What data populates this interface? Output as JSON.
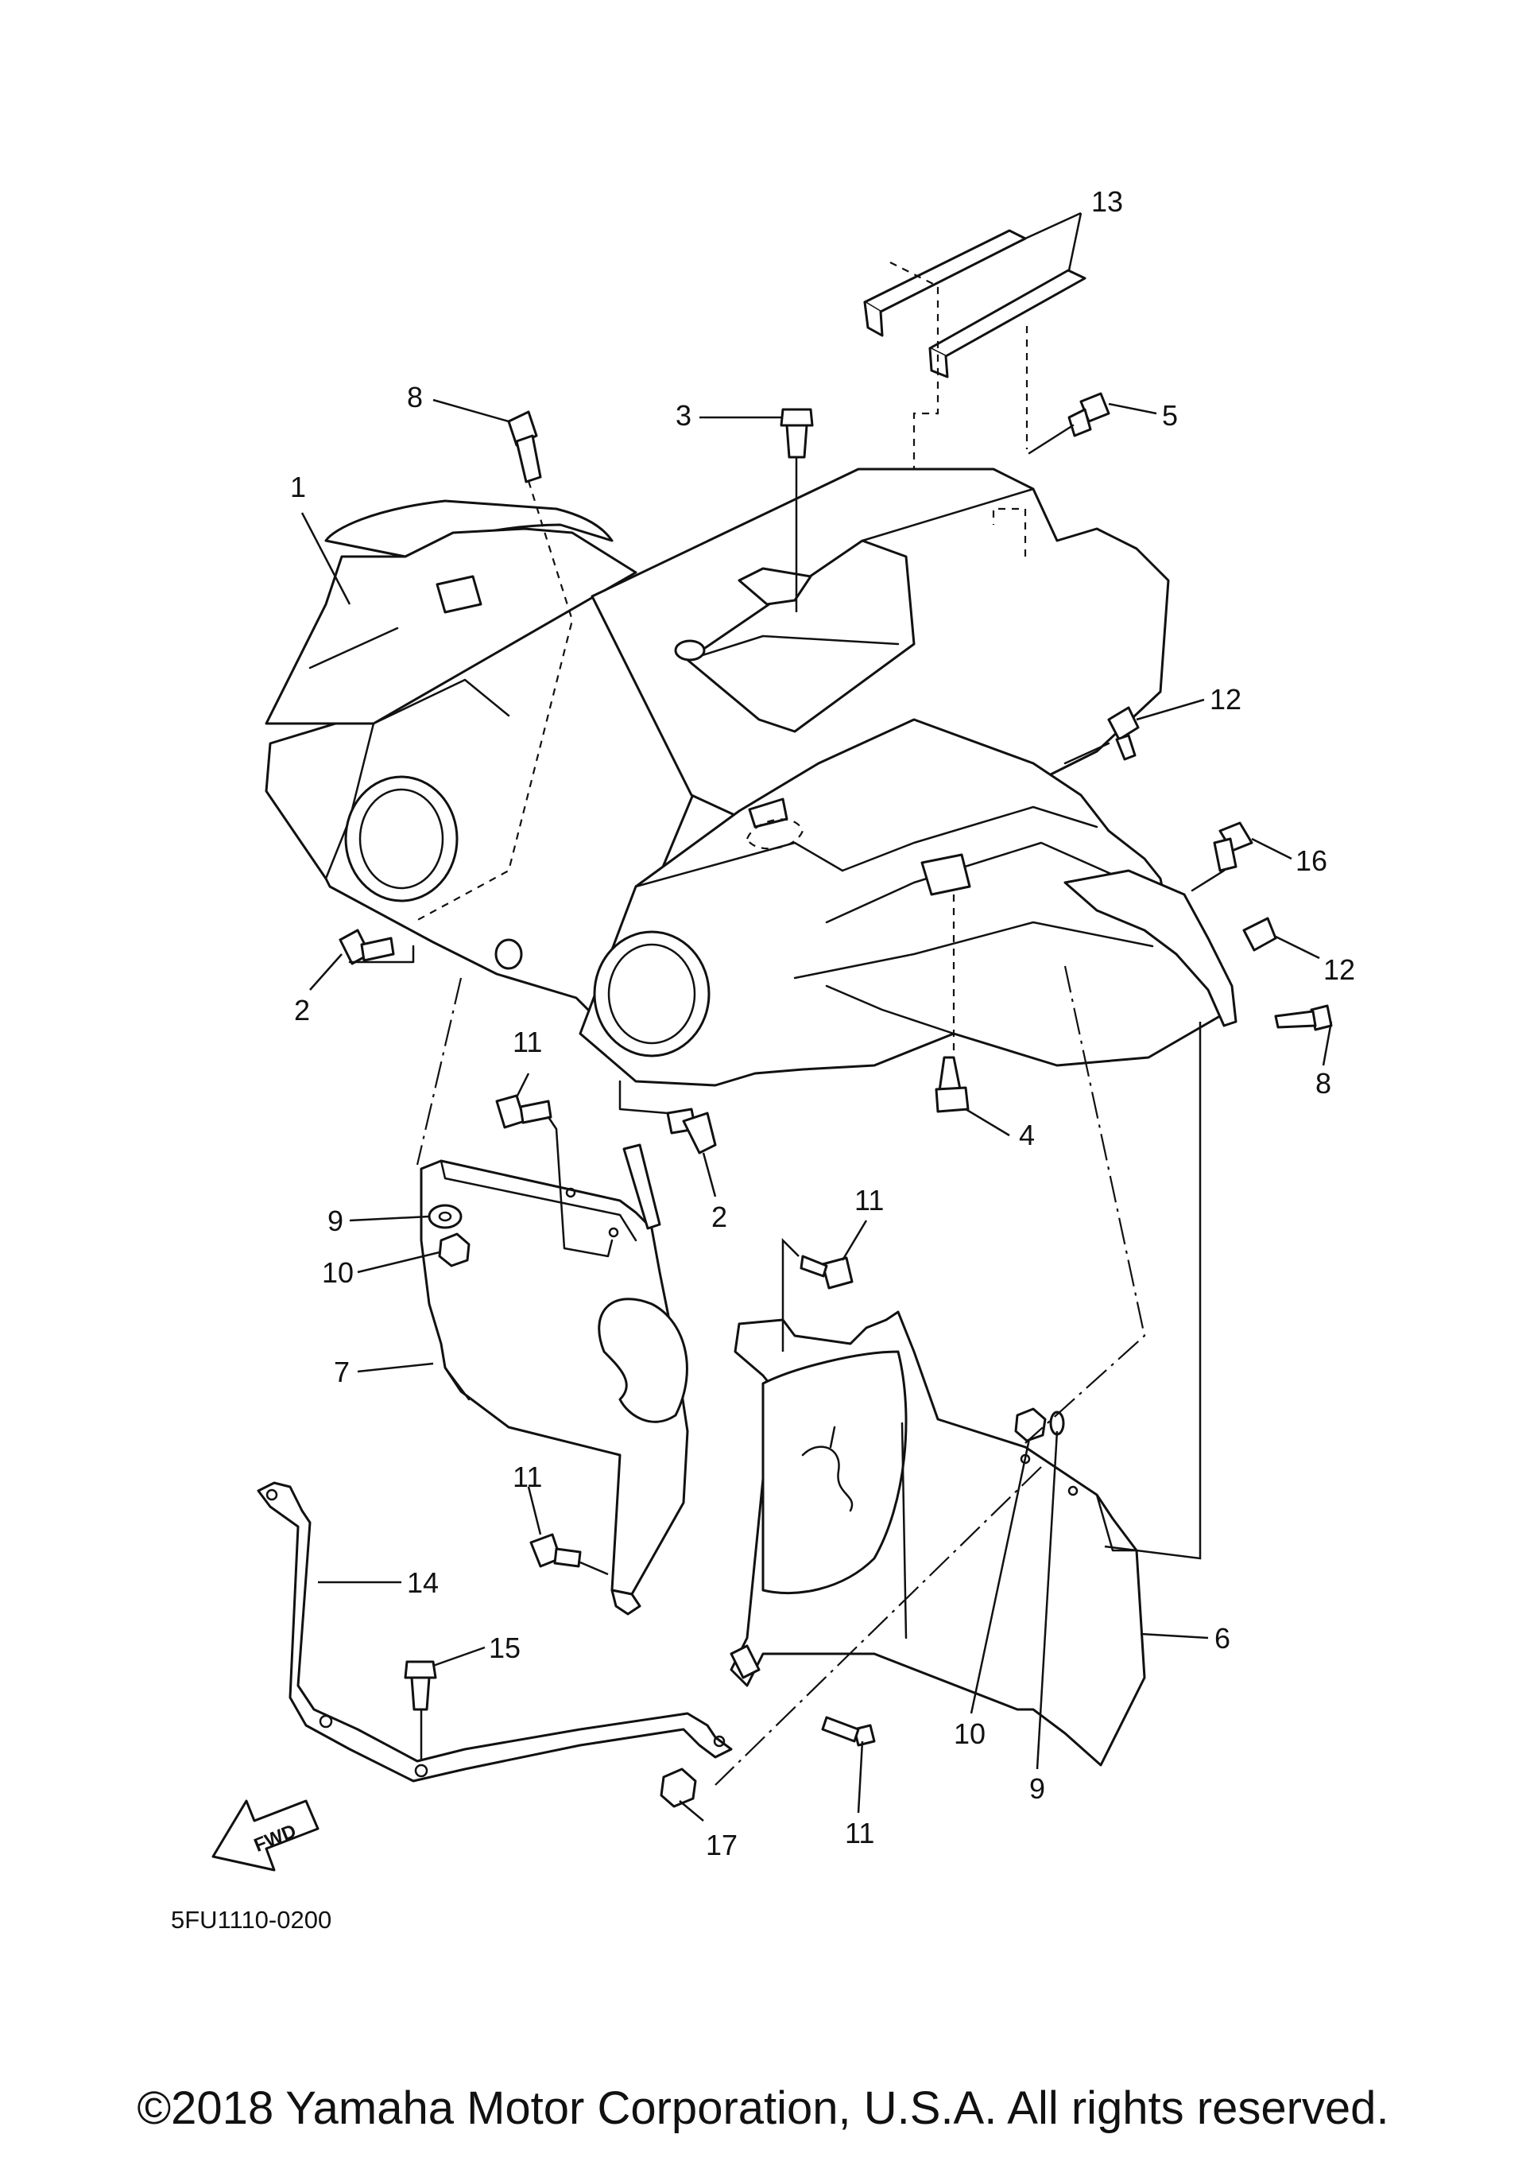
{
  "diagram": {
    "code": "5FU1110-0200",
    "fwd_label": "FWD",
    "copyright": "©2018 Yamaha Motor Corporation, U.S.A. All rights reserved.",
    "callouts": [
      "1",
      "2",
      "2",
      "3",
      "4",
      "5",
      "6",
      "7",
      "8",
      "8",
      "9",
      "9",
      "10",
      "10",
      "11",
      "11",
      "11",
      "11",
      "12",
      "12",
      "13",
      "14",
      "15",
      "16",
      "17"
    ]
  }
}
